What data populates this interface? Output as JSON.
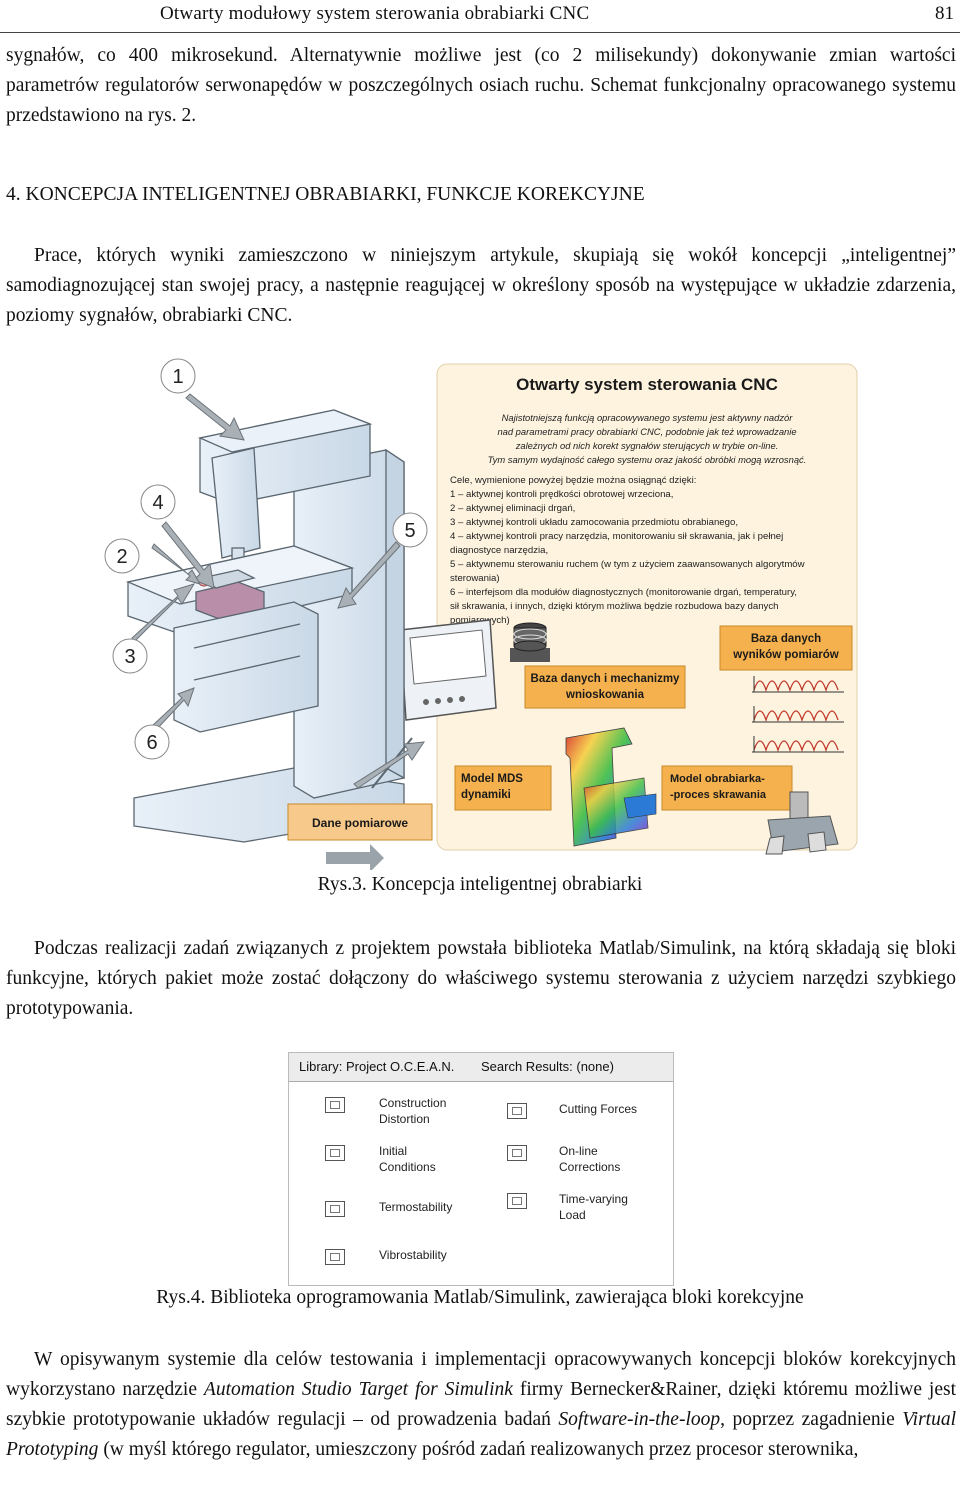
{
  "header": {
    "title": "Otwarty modułowy system sterowania obrabiarki CNC",
    "page": "81"
  },
  "paragraphs": {
    "p1": "sygnałów, co 400 mikrosekund. Alternatywnie możliwe jest (co 2 milisekundy) dokonywanie zmian wartości parametrów regulatorów serwonapędów w poszczególnych osiach ruchu. Schemat funkcjonalny opracowanego systemu przedstawiono na rys. 2.",
    "heading": "4. KONCEPCJA INTELIGENTNEJ OBRABIARKI, FUNKCJE KOREKCYJNE",
    "p2": "Prace, których wyniki zamieszczono w niniejszym artykule, skupiają się wokół koncepcji „inteligentnej” samodiagnozującej stan swojej pracy, a następnie reagującej w określony sposób na występujące w układzie zdarzenia, poziomy sygnałów, obrabiarki CNC.",
    "p3": "Podczas realizacji zadań związanych z projektem powstała biblioteka Matlab/Simulink, na którą składają się bloki funkcyjne, których pakiet może zostać dołączony do właściwego systemu sterowania z użyciem narzędzi szybkiego prototypowania.",
    "p4_a": "W opisywanym systemie dla celów testowania i implementacji opracowywanych koncepcji bloków korekcyjnych wykorzystano narzędzie ",
    "p4_b": "Automation Studio Target for Simulink",
    "p4_c": " firmy Bernecker&Rainer, dzięki któremu możliwe jest szybkie prototypowanie układów regulacji – od prowadzenia badań ",
    "p4_d": "Software-in-the-loop",
    "p4_e": ", poprzez zagadnienie ",
    "p4_f": "Virtual Prototyping",
    "p4_g": " (w myśl którego regulator, umieszczony pośród zadań realizowanych przez procesor sterownika,"
  },
  "figure3": {
    "caption": "Rys.3. Koncepcja inteligentnej obrabiarki",
    "panel_title": "Otwarty system sterowania CNC",
    "intro": [
      "Najistotniejszą funkcją opracowywanego systemu jest aktywny nadzór",
      "nad parametrami pracy obrabiarki CNC, podobnie jak też wprowadzanie",
      "zależnych od nich korekt sygnałów sterujących w trybie on-line.",
      "Tym samym wydajność całego systemu oraz jakość obróbki mogą wzrosnąć."
    ],
    "goals": [
      "Cele, wymienione powyżej będzie można osiągnąć dzięki:",
      "1 – aktywnej kontroli prędkości obrotowej wrzeciona,",
      "2 – aktywnej eliminacji drgań,",
      "3 – aktywnej kontroli układu zamocowania przedmiotu obrabianego,",
      "4 – aktywnej kontroli pracy narzędzia, monitorowaniu sił skrawania, jak i pełnej",
      "diagnostyce narzędzia,",
      "5 – aktywnemu sterowaniu ruchem (w tym z użyciem zaawansowanych algorytmów",
      "sterowania)",
      "6 – interfejsom dla modułów diagnostycznych (monitorowanie drgań, temperatury,",
      "sił skrawania, i innych, dzięki którym możliwa będzie rozbudowa bazy danych",
      "pomiarowych)"
    ],
    "box_db_results": [
      "Baza danych",
      "wyników pomiarów"
    ],
    "box_db_mech": [
      "Baza danych i mechanizmy",
      "wnioskowania"
    ],
    "box_mds": [
      "Model MDS",
      "dynamiki"
    ],
    "box_model": [
      "Model obrabiarka-",
      "-proces skrawania"
    ],
    "box_dane": "Dane pomiarowe",
    "numbers": [
      "1",
      "2",
      "3",
      "4",
      "5",
      "6"
    ],
    "colors": {
      "panel_bg": "#fdf3df",
      "box_orange": "#f5b14d",
      "box_dane": "#f7c98a",
      "machine": "#dde9f4",
      "machine_stroke": "#5a6670"
    }
  },
  "figure4": {
    "caption": "Rys.4. Biblioteka oprogramowania Matlab/Simulink, zawierająca bloki korekcyjne",
    "tab_library": "Library: Project O.C.E.A.N.",
    "tab_search": "Search Results: (none)",
    "blocks_left": [
      "Construction\nDistortion",
      "Initial\nConditions",
      "Termostability",
      "Vibrostability"
    ],
    "blocks_right": [
      "Cutting Forces",
      "On-line\nCorrections",
      "Time-varying\nLoad"
    ]
  }
}
